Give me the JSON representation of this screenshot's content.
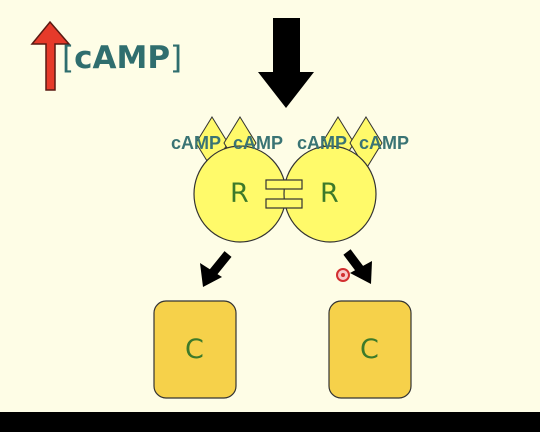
{
  "indicator": {
    "bracket_open": "[",
    "molecule": "cAMP",
    "bracket_close": "]"
  },
  "regulatory_subunits": [
    {
      "label": "R",
      "sites": [
        "cAMP",
        "cAMP"
      ]
    },
    {
      "label": "R",
      "sites": [
        "cAMP",
        "cAMP"
      ]
    }
  ],
  "catalytic_subunits": [
    {
      "label": "C"
    },
    {
      "label": "C"
    }
  ],
  "colors": {
    "background": "#fefde6",
    "up_arrow": "#e63a2a",
    "regulatory_fill": "#fffa6a",
    "catalytic_fill": "#f6d14a",
    "label_teal": "#2f6e6e",
    "label_green": "#3d7a2a",
    "arrows": "#000000"
  }
}
